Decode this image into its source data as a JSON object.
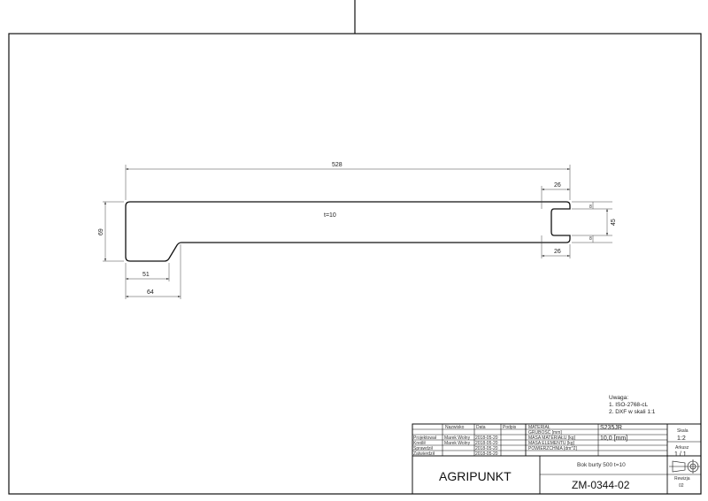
{
  "part": {
    "thickness_label": "t=10"
  },
  "dimensions": {
    "overall_length": "528",
    "height": "69",
    "bottom_flat": "51",
    "bottom_total": "64",
    "slot_top_width": "26",
    "slot_bottom_width": "26",
    "slot_opening": "45",
    "slot_top_gap": "8",
    "slot_bottom_gap": "8"
  },
  "notes": {
    "heading": "Uwaga:",
    "line1": "1. ISO-2768-cL",
    "line2": "2. DXF w skali 1:1"
  },
  "title_block": {
    "hdr_name": "Nazwisko",
    "hdr_date": "Data",
    "hdr_sign": "Podpis",
    "rows": [
      {
        "role": "Projektował",
        "name": "Marek Wolny",
        "date": "2018-05-20"
      },
      {
        "role": "Kreślił",
        "name": "Marek Wolny",
        "date": "2018-05-20"
      },
      {
        "role": "Sprawdził",
        "name": "",
        "date": "2018-05-20"
      },
      {
        "role": "Zatwierdził",
        "name": "",
        "date": "2018-05-20"
      }
    ],
    "props": [
      {
        "label": "MATERIAŁ",
        "value": "S235JR"
      },
      {
        "label": "GRUBOŚĆ [mm]",
        "value": "10,0 [mm]"
      },
      {
        "label": "MASA MATERIAŁU [kg]",
        "value": ""
      },
      {
        "label": "MASA ELEMENTU [kg]",
        "value": ""
      },
      {
        "label": "POWIERZCHNIA [dm^2]",
        "value": ""
      }
    ],
    "company": "AGRIPUNKT",
    "part_name": "Bok burty 500 t=10",
    "drawing_number": "ZM-0344-02",
    "scale_label": "Skala",
    "scale_value": "1:2",
    "sheet_label": "Arkusz",
    "sheet_value": "1 / 1",
    "revision_label": "Rewizja",
    "revision_value": "02"
  }
}
